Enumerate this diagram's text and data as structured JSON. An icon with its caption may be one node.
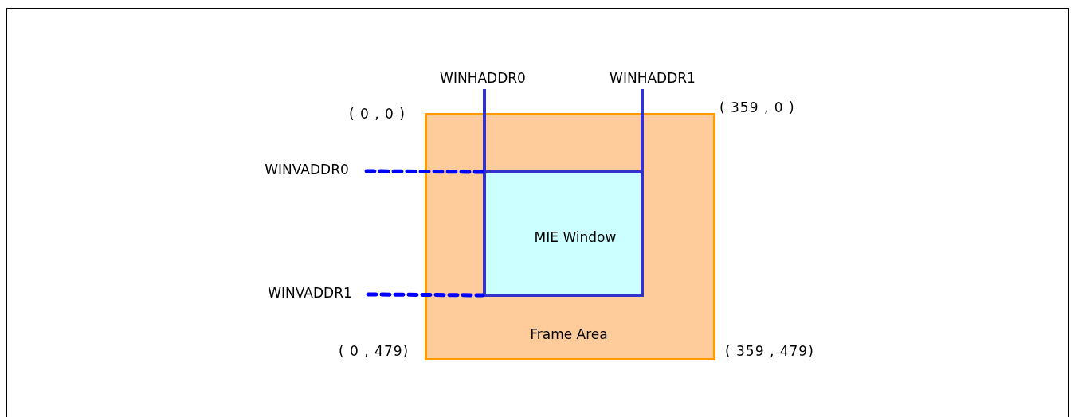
{
  "diagram": {
    "nodes": [
      {
        "text": [
          "Frame Area"
        ]
      },
      {
        "text": [
          "MIE Window"
        ],
        "in": 0
      },
      {
        "text": [
          "WINHADDR0"
        ]
      },
      {
        "text": [
          "WINHADDR1"
        ]
      },
      {
        "text": [
          "WINVADDR0"
        ]
      },
      {
        "text": [
          "WINVADDR1"
        ]
      }
    ],
    "edges": [
      {
        "from": 2,
        "to": 1,
        "arrow": "none"
      },
      {
        "from": 3,
        "to": 1,
        "arrow": "none"
      },
      {
        "from": 4,
        "to": 1,
        "arrow": "none",
        "style": "dashed"
      },
      {
        "from": 5,
        "to": 1,
        "arrow": "none",
        "style": "dashed"
      }
    ],
    "labels": [
      "( 0 , 0 )",
      "( 359 , 0 )",
      "( 0 , 479)",
      "( 359 , 479)"
    ]
  }
}
